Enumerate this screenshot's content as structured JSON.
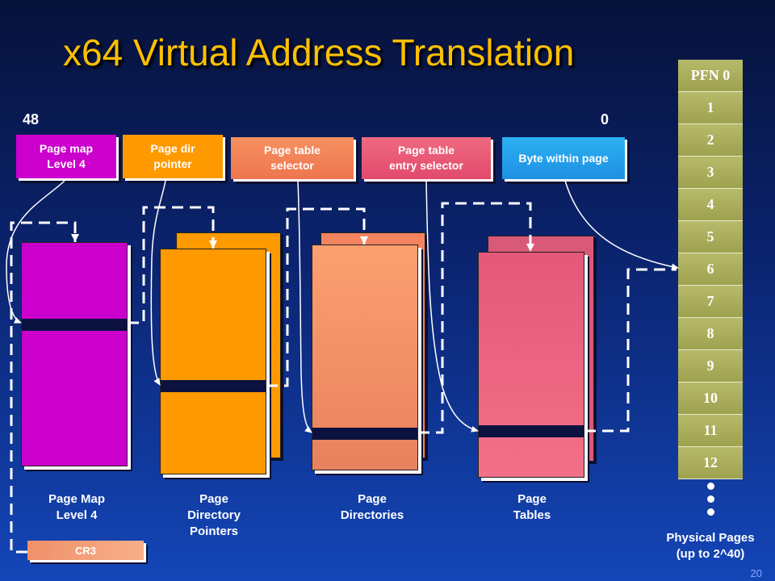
{
  "title": "x64 Virtual Address Translation",
  "bit_high": "48",
  "bit_low": "0",
  "fields": [
    {
      "label": "Page map\nLevel 4",
      "color": "#cc00cc"
    },
    {
      "label": "Page dir\npointer",
      "color": "#ff9900"
    },
    {
      "label": "Page table\nselector",
      "color": "#f4845f"
    },
    {
      "label": "Page table\nentry selector",
      "color": "#ea5a77"
    },
    {
      "label": "Byte within page",
      "color": "#2ea4f0"
    }
  ],
  "tables": [
    {
      "label": "Page Map\nLevel 4",
      "color": "#cc00cc"
    },
    {
      "label": "Page\nDirectory\nPointers",
      "color": "#ff9900"
    },
    {
      "label": "Page\nDirectories",
      "color": "#f4845f"
    },
    {
      "label": "Page\nTables",
      "color": "#ea5a77"
    }
  ],
  "pfn_labels": [
    "PFN 0",
    "1",
    "2",
    "3",
    "4",
    "5",
    "6",
    "7",
    "8",
    "9",
    "10",
    "11",
    "12"
  ],
  "physical_pages_label": "Physical Pages\n(up to 2^40)",
  "cr3_label": "CR3",
  "slide_number": "20"
}
